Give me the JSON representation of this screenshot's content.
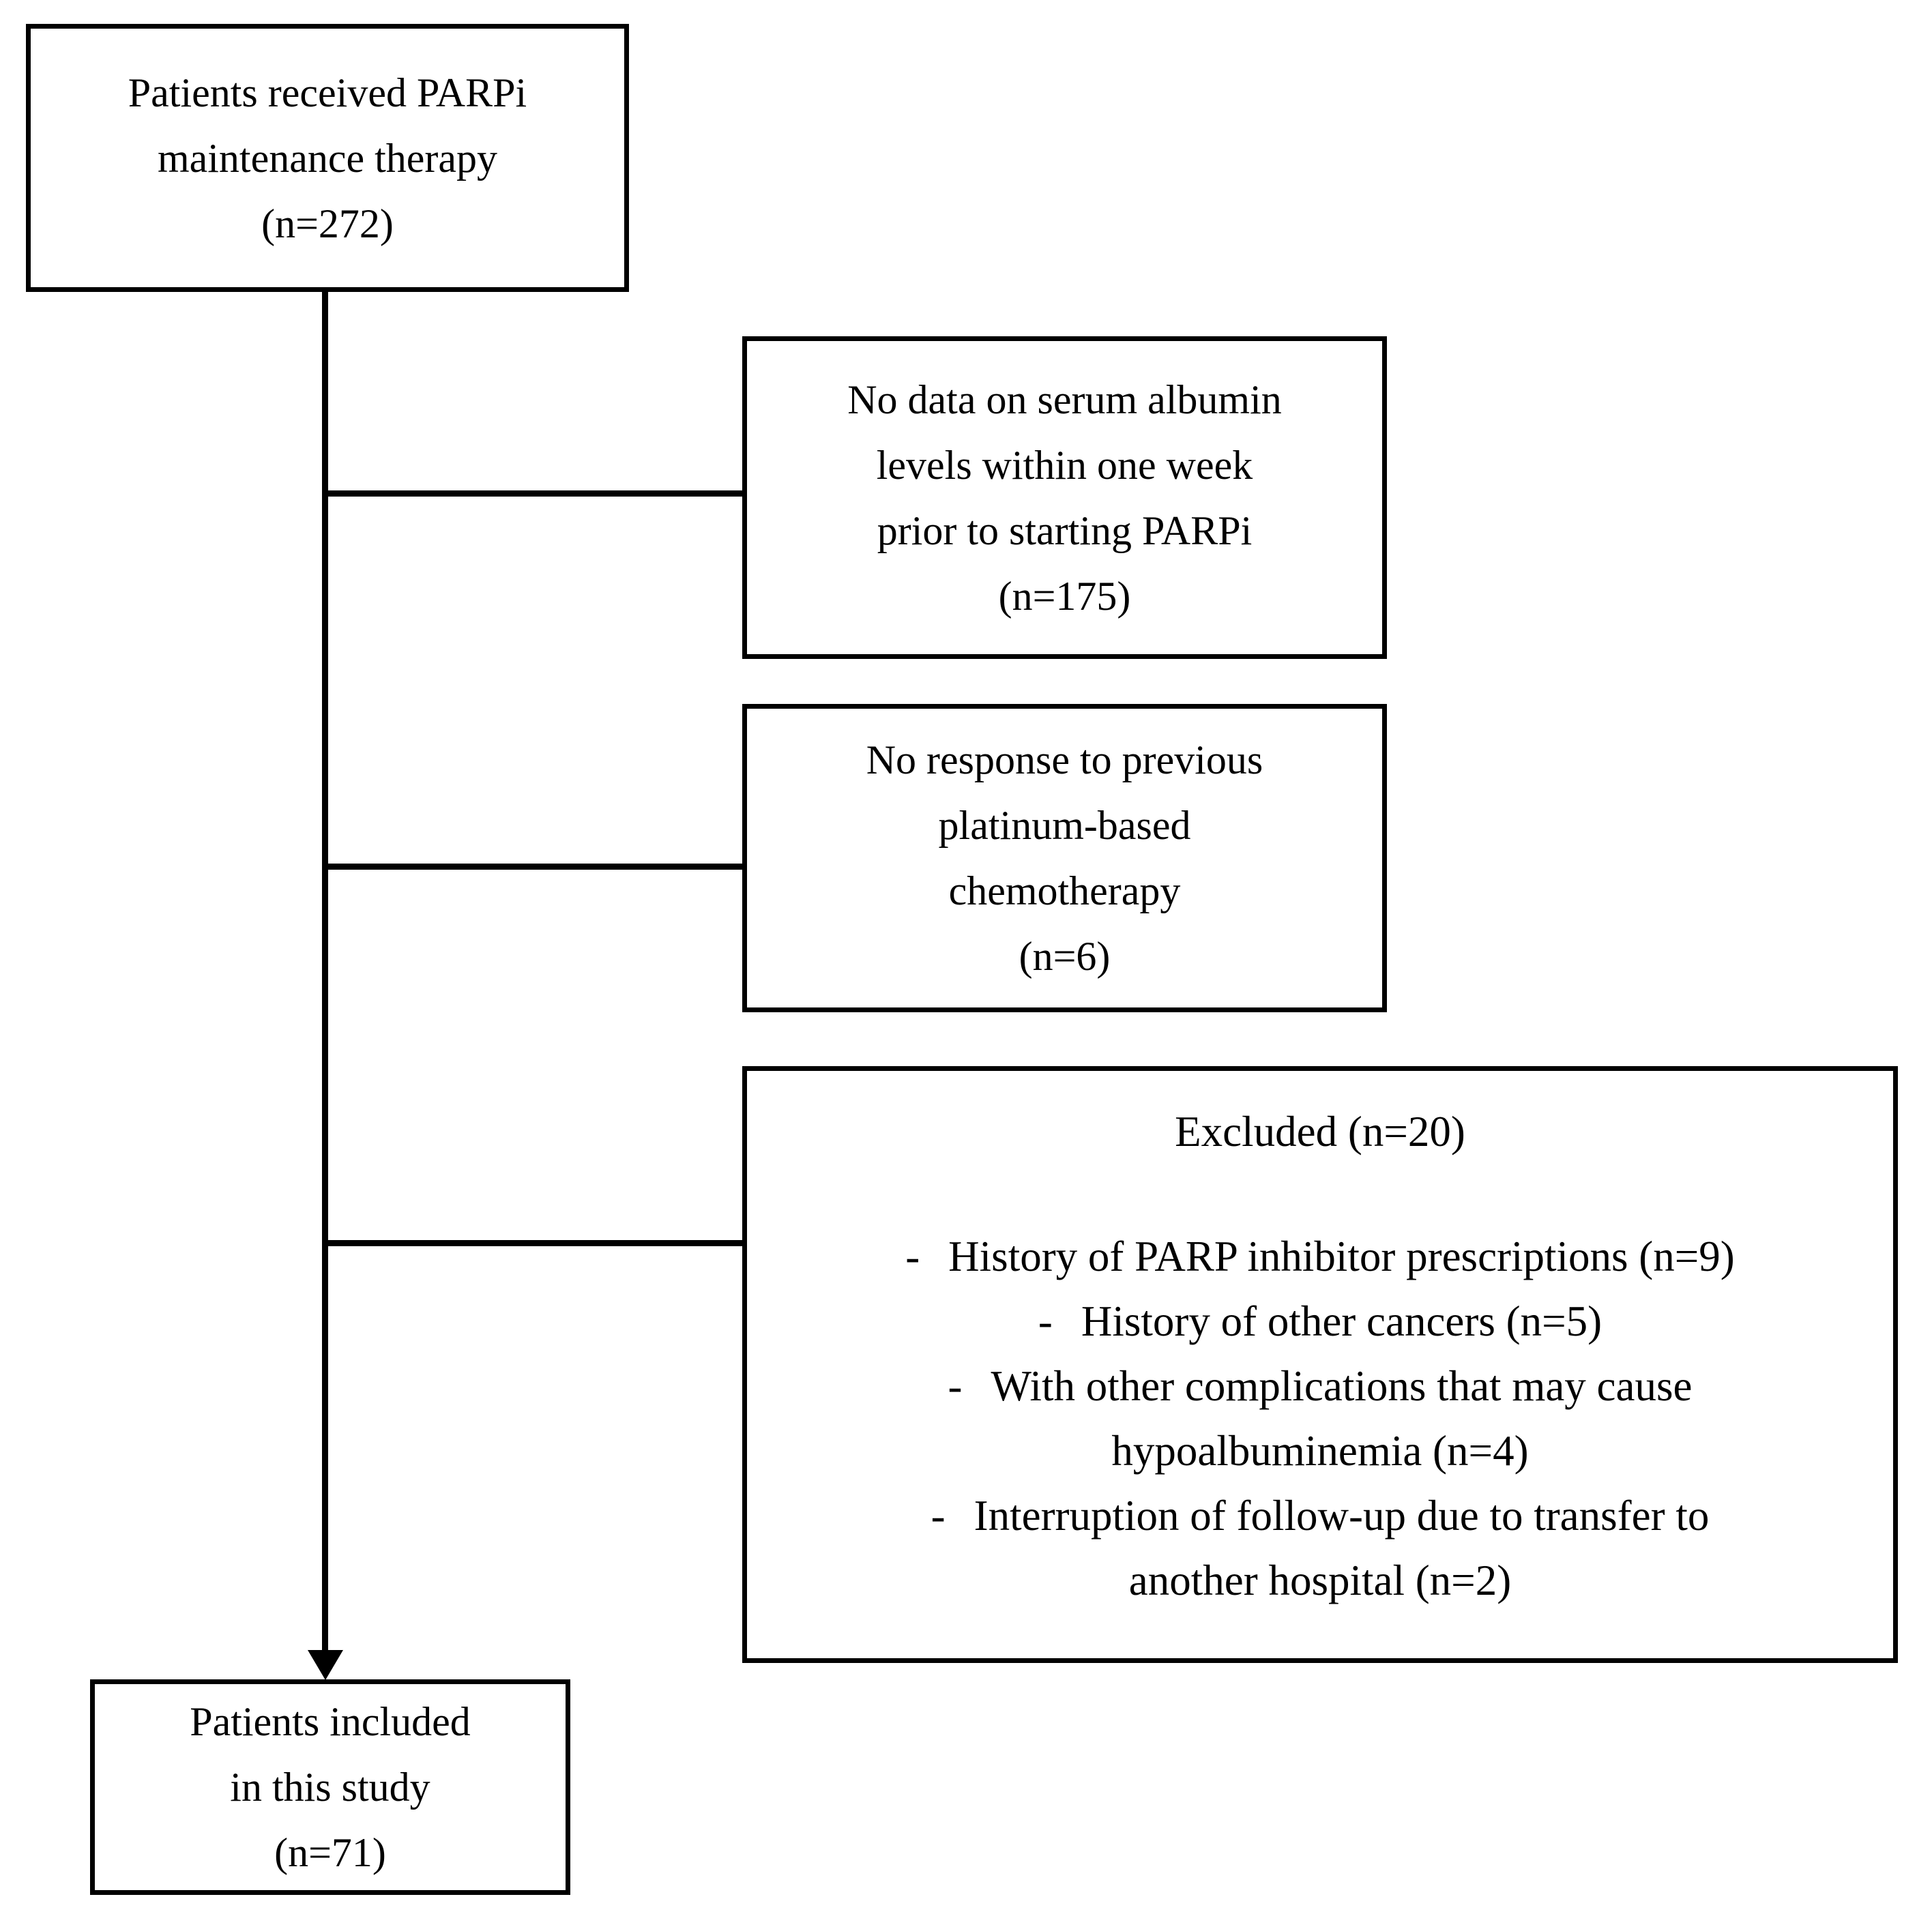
{
  "flow": {
    "colors": {
      "line": "#000000",
      "text": "#000000",
      "box_fill": "#ffffff",
      "background": "#ffffff"
    },
    "box_top": {
      "lines": [
        "Patients received PARPi",
        "maintenance therapy",
        "(n=272)"
      ]
    },
    "box_no_albumin": {
      "lines": [
        "No data on serum albumin",
        "levels within one week",
        "prior to starting PARPi",
        "(n=175)"
      ]
    },
    "box_no_response": {
      "lines": [
        "No response to previous",
        "platinum-based",
        "chemotherapy",
        "(n=6)"
      ]
    },
    "box_excluded": {
      "title": "Excluded (n=20)",
      "marker": "-",
      "bullets": [
        {
          "lines": [
            "History of PARP inhibitor prescriptions (n=9)"
          ]
        },
        {
          "lines": [
            "History of other cancers (n=5)"
          ]
        },
        {
          "lines": [
            "With other complications that may cause",
            "hypoalbuminemia (n=4)"
          ]
        },
        {
          "lines": [
            "Interruption of follow-up due to transfer to",
            "another hospital (n=2)"
          ]
        }
      ]
    },
    "box_included": {
      "lines": [
        "Patients included",
        "in this study",
        "(n=71)"
      ]
    }
  }
}
